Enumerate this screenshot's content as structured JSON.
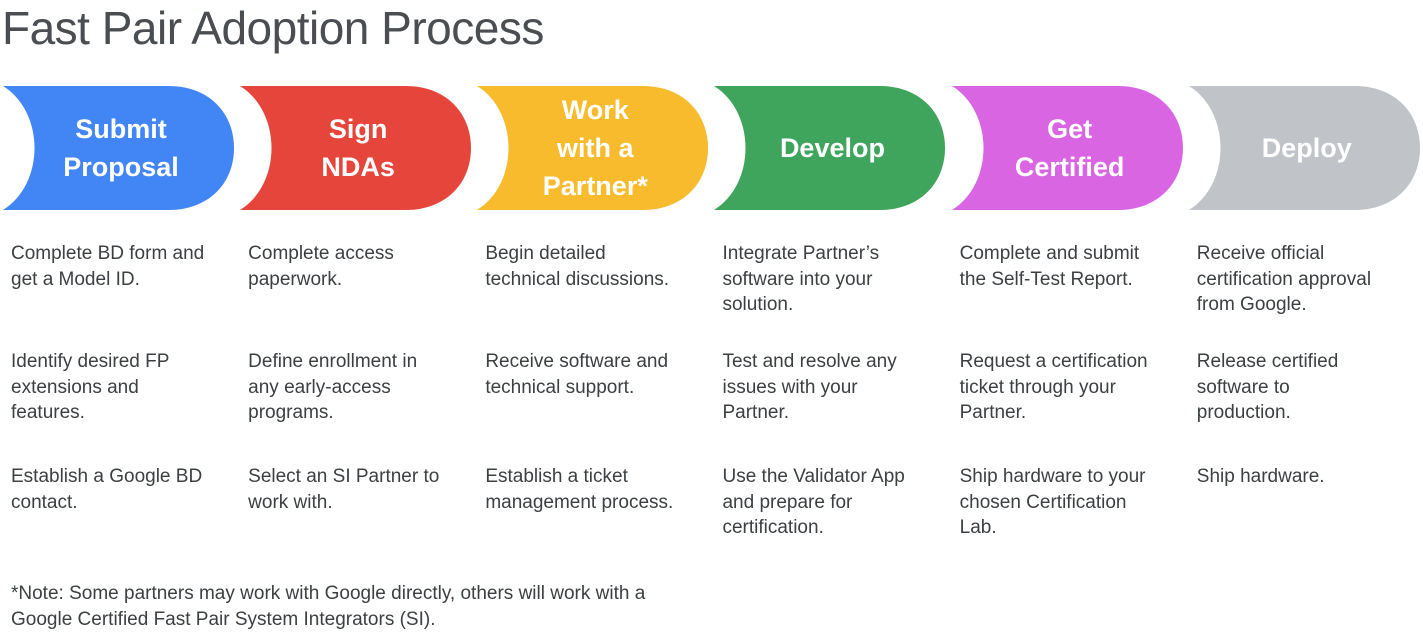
{
  "title": "Fast Pair Adoption Process",
  "colors": {
    "background": "#FFFFFF",
    "title_text": "#4A4E52",
    "body_text": "#3C4043",
    "stage_label_text": "#FFFFFF",
    "stage_blue": "#4285F4",
    "stage_red": "#E5453B",
    "stage_yellow": "#F7BB2D",
    "stage_green": "#3FA45C",
    "stage_magenta": "#D965E3",
    "stage_gray": "#C0C3C8"
  },
  "stages": [
    {
      "id": "submit-proposal",
      "label": "Submit\nProposal",
      "color": "#4285F4",
      "steps": [
        "Complete BD form and\nget a Model ID.",
        "Identify desired FP\nextensions and\nfeatures.",
        "Establish a Google BD\ncontact."
      ]
    },
    {
      "id": "sign-ndas",
      "label": "Sign\nNDAs",
      "color": "#E5453B",
      "steps": [
        "Complete access\npaperwork.",
        "Define enrollment in\nany early-access\nprograms.",
        "Select an SI Partner to\nwork with."
      ]
    },
    {
      "id": "work-with-a-partner",
      "label": "Work\nwith a\nPartner*",
      "color": "#F7BB2D",
      "steps": [
        "Begin detailed\ntechnical discussions.",
        "Receive software and\ntechnical support.",
        "Establish a ticket\nmanagement process."
      ]
    },
    {
      "id": "develop",
      "label": "Develop",
      "color": "#3FA45C",
      "steps": [
        "Integrate Partner’s\nsoftware into your\nsolution.",
        "Test and resolve any\nissues with your\nPartner.",
        "Use the Validator App\nand prepare for\ncertification."
      ]
    },
    {
      "id": "get-certified",
      "label": "Get\nCertified",
      "color": "#D965E3",
      "steps": [
        "Complete and submit\nthe Self-Test Report.",
        "Request a certification\nticket through your\nPartner.",
        "Ship hardware to your\nchosen Certification\nLab."
      ]
    },
    {
      "id": "deploy",
      "label": "Deploy",
      "color": "#C0C3C8",
      "steps": [
        "Receive official\ncertification approval\nfrom Google.",
        "Release certified\nsoftware to\nproduction.",
        "Ship hardware."
      ]
    }
  ],
  "footnote": "*Note: Some partners may work with Google directly, others will work with a\nGoogle Certified Fast Pair System Integrators (SI)."
}
